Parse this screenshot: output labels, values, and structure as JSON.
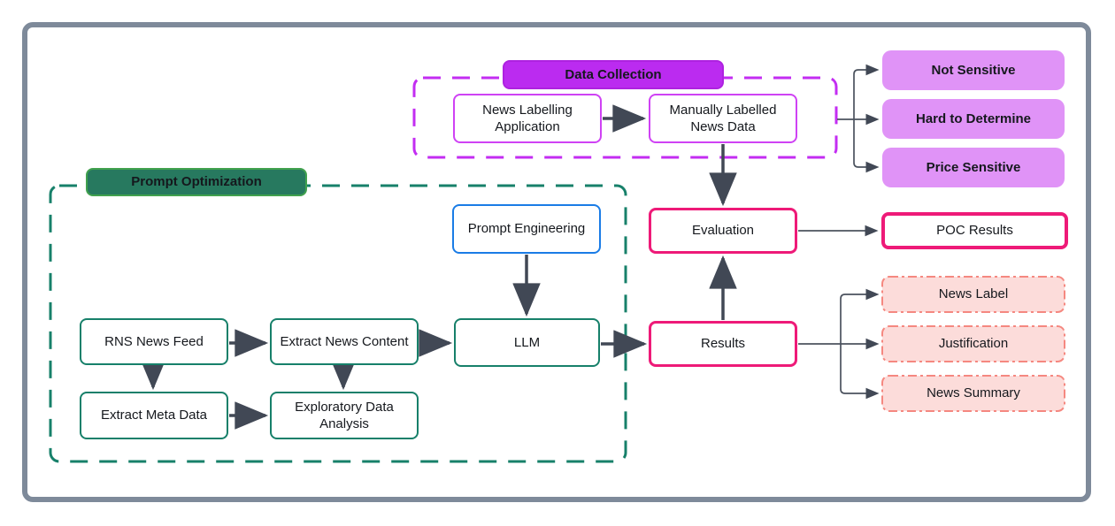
{
  "sections": {
    "data_collection": {
      "title": "Data Collection"
    },
    "prompt_optimization": {
      "title": "Prompt Optimization"
    }
  },
  "nodes": {
    "news_labelling_application": {
      "label": "News Labelling Application"
    },
    "manually_labelled_news_data": {
      "label": "Manually Labelled News Data"
    },
    "not_sensitive": {
      "label": "Not Sensitive"
    },
    "hard_to_determine": {
      "label": "Hard to Determine"
    },
    "price_sensitive": {
      "label": "Price Sensitive"
    },
    "evaluation": {
      "label": "Evaluation"
    },
    "poc_results": {
      "label": "POC Results"
    },
    "prompt_engineering": {
      "label": "Prompt Engineering"
    },
    "rns_news_feed": {
      "label": "RNS News Feed"
    },
    "extract_news_content": {
      "label": "Extract News Content"
    },
    "extract_meta_data": {
      "label": "Extract Meta Data"
    },
    "exploratory_data_analysis": {
      "label": "Exploratory Data Analysis"
    },
    "llm": {
      "label": "LLM"
    },
    "results": {
      "label": "Results"
    },
    "news_label": {
      "label": "News Label"
    },
    "justification": {
      "label": "Justification"
    },
    "news_summary": {
      "label": "News Summary"
    }
  },
  "colors": {
    "purple_header": "#bb2bf0",
    "purple_dashed_border": "#c32df2",
    "purple_node_border": "#cf42f4",
    "violet_fill": "#e093f7",
    "teal_border": "#17806a",
    "teal_header_fill": "#27795f",
    "teal_header_border": "#41a14e",
    "pink_border": "#ee1a78",
    "salmon_border": "#f58880",
    "salmon_fill": "#fcdcda",
    "blue_border": "#1a7ce6",
    "arrow": "#414855",
    "frame": "#7e8a9a"
  }
}
